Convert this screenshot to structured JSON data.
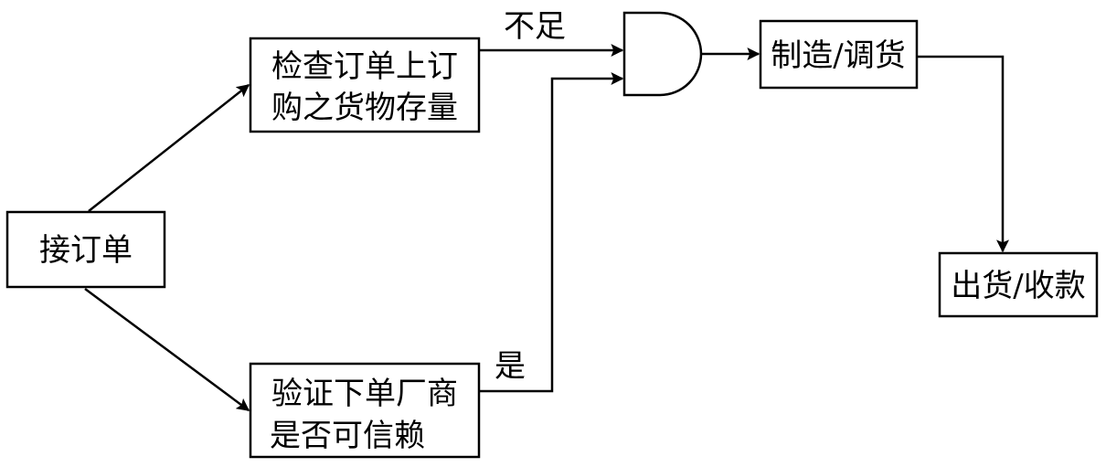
{
  "diagram": {
    "nodes": {
      "receive_order": "接订单",
      "check_stock": [
        "检查订单上订",
        "购之货物存量"
      ],
      "verify_vendor": [
        "验证下单厂商",
        "是否可信赖"
      ],
      "manufacture": "制造/调货",
      "ship": "出货/收款"
    },
    "edge_labels": {
      "insufficient": "不足",
      "yes": "是"
    }
  }
}
